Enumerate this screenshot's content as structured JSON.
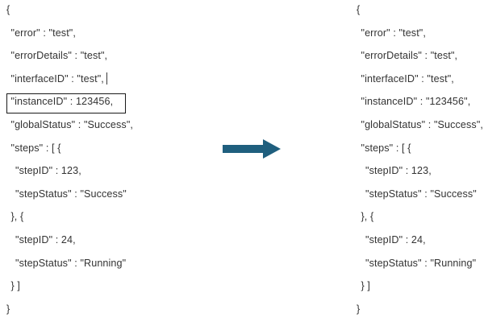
{
  "background_color": "#ffffff",
  "text_color": "#333333",
  "arrow": {
    "icon": "right-arrow-icon",
    "color": "#1F5F7E",
    "direction": "right"
  },
  "highlight": {
    "border_color": "#1a1a1a",
    "target_key": "instanceID"
  },
  "left_panel": {
    "label": "before-json",
    "highlighted_line_index": 4,
    "lines": [
      {
        "text": "{",
        "indent": 0
      },
      {
        "text": "\"error\" : \"test\",",
        "indent": 1
      },
      {
        "text": "\"errorDetails\" : \"test\",",
        "indent": 1
      },
      {
        "text": "\"interfaceID\" : \"test\",",
        "indent": 1
      },
      {
        "text": "\"instanceID\" : 123456,",
        "indent": 1
      },
      {
        "text": "\"globalStatus\" : \"Success\",",
        "indent": 1
      },
      {
        "text": "\"steps\" : [ {",
        "indent": 1
      },
      {
        "text": "\"stepID\" : 123,",
        "indent": 2
      },
      {
        "text": "\"stepStatus\" : \"Success\"",
        "indent": 2
      },
      {
        "text": "}, {",
        "indent": 1
      },
      {
        "text": "\"stepID\" : 24,",
        "indent": 2
      },
      {
        "text": "\"stepStatus\" : \"Running\"",
        "indent": 2
      },
      {
        "text": "} ]",
        "indent": 1
      },
      {
        "text": "}",
        "indent": 0
      }
    ]
  },
  "right_panel": {
    "label": "after-json",
    "highlighted_line_index": 4,
    "lines": [
      {
        "text": "{",
        "indent": 0
      },
      {
        "text": "\"error\" : \"test\",",
        "indent": 1
      },
      {
        "text": "\"errorDetails\" : \"test\",",
        "indent": 1
      },
      {
        "text": "\"interfaceID\" : \"test\",",
        "indent": 1
      },
      {
        "text": "\"instanceID\" : \"123456\",",
        "indent": 1
      },
      {
        "text": "\"globalStatus\" : \"Success\",",
        "indent": 1
      },
      {
        "text": "\"steps\" : [ {",
        "indent": 1
      },
      {
        "text": "\"stepID\" : 123,",
        "indent": 2
      },
      {
        "text": "\"stepStatus\" : \"Success\"",
        "indent": 2
      },
      {
        "text": "}, {",
        "indent": 1
      },
      {
        "text": "\"stepID\" : 24,",
        "indent": 2
      },
      {
        "text": "\"stepStatus\" : \"Running\"",
        "indent": 2
      },
      {
        "text": "} ]",
        "indent": 1
      },
      {
        "text": "}",
        "indent": 0
      }
    ]
  }
}
